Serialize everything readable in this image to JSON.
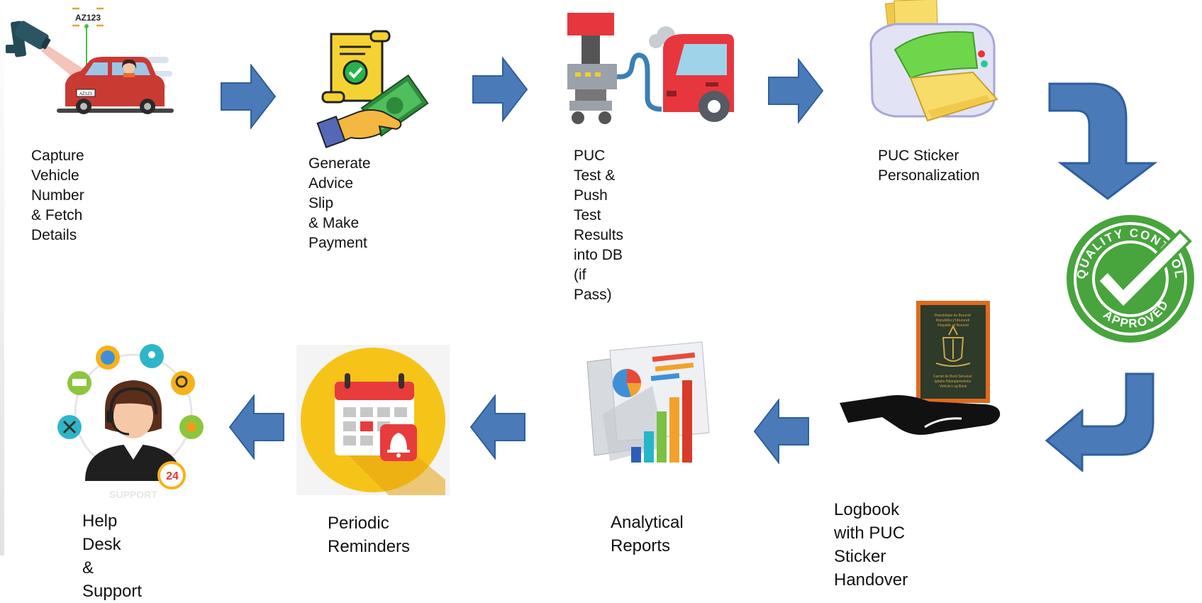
{
  "diagram": {
    "flow_direction": "top row left-to-right, down on the right, bottom row right-to-left",
    "arrow_color": "#4a7ab8",
    "arrow_outline": "#2f5f9e",
    "steps": [
      {
        "label": "Capture Vehicle Number\n& Fetch Details",
        "icon": "car-camera-icon",
        "plate_text": "AZ123",
        "plate_small": "AZ123"
      },
      {
        "label": "Generate Advice Slip\n & Make Payment",
        "icon": "payment-slip-icon"
      },
      {
        "label": "PUC Test & Push Test\nResults into DB (if Pass)",
        "icon": "emission-test-icon"
      },
      {
        "label": "PUC Sticker\nPersonalization",
        "icon": "printer-icon"
      },
      {
        "label": "",
        "icon": "quality-approved-seal-icon",
        "seal_top": "QUALITY CONTROL",
        "seal_bottom": "APPROVED"
      },
      {
        "label": "Logbook with PUC Sticker\nHandover",
        "icon": "logbook-handover-icon",
        "book_top": "Republique du Burundi\nRepublika y'Uburundi\nRepublic of Burundi",
        "book_bottom": "Carnet de Bord Sécurisé\nIgitabo Ndangamodoka\nVehicle Log Book"
      },
      {
        "label": "Analytical\nReports",
        "icon": "analytics-chart-icon"
      },
      {
        "label": "Periodic\nReminders",
        "icon": "calendar-bell-icon"
      },
      {
        "label": "Help Desk\n& Support",
        "icon": "helpdesk-agent-icon",
        "badge": "24",
        "caption": "SUPPORT"
      }
    ]
  }
}
